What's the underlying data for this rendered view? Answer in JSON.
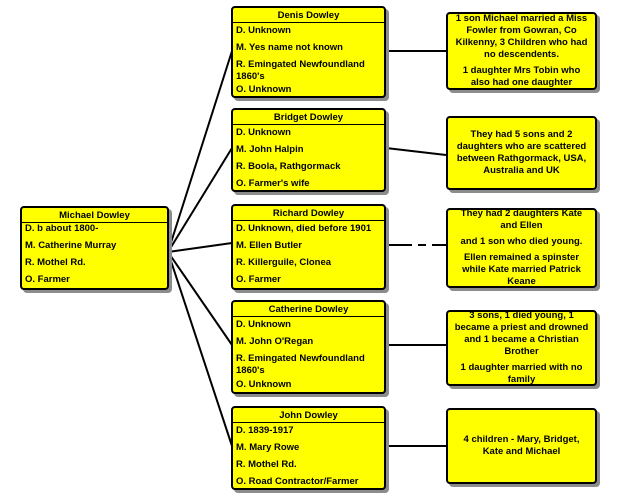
{
  "root": {
    "title": "Michael Dowley",
    "lines": [
      "D. b about 1800-",
      "M. Catherine Murray",
      "R. Mothel Rd.",
      "O. Farmer"
    ]
  },
  "children": [
    {
      "title": "Denis Dowley",
      "lines": [
        "D. Unknown",
        "M. Yes name not known",
        "R. Emingated Newfoundland 1860's",
        "O. Unknown"
      ],
      "note": [
        "1 son Michael married a Miss Fowler from Gowran, Co Kilkenny, 3 Children who had no descendents.",
        "1 daughter Mrs Tobin who also had one daughter"
      ]
    },
    {
      "title": "Bridget Dowley",
      "lines": [
        "D. Unknown",
        "M. John Halpin",
        "R. Boola, Rathgormack",
        "O. Farmer's wife"
      ],
      "note": [
        "They had 5 sons and 2 daughters who are scattered between Rathgormack, USA, Australia and UK"
      ]
    },
    {
      "title": "Richard Dowley",
      "lines": [
        "D. Unknown, died before 1901",
        "M. Ellen Butler",
        "R. Killerguile, Clonea",
        "O. Farmer"
      ],
      "note": [
        "They had 2 daughters  Kate and Ellen",
        "and 1 son who died young.",
        "Ellen remained a spinster while Kate married Patrick Keane"
      ]
    },
    {
      "title": "Catherine Dowley",
      "lines": [
        "D. Unknown",
        "M. John O'Regan",
        "R. Emingated Newfoundland 1860's",
        "O. Unknown"
      ],
      "note": [
        "3 sons, 1 died young, 1 became a priest and drowned and 1 became a Christian Brother",
        "1 daughter married with no family"
      ]
    },
    {
      "title": "John Dowley",
      "lines": [
        "D. 1839-1917",
        "M.  Mary Rowe",
        "R. Mothel Rd.",
        "O.  Road Contractor/Farmer"
      ],
      "note": [
        "4 children - Mary, Bridget, Kate and Michael"
      ]
    }
  ]
}
